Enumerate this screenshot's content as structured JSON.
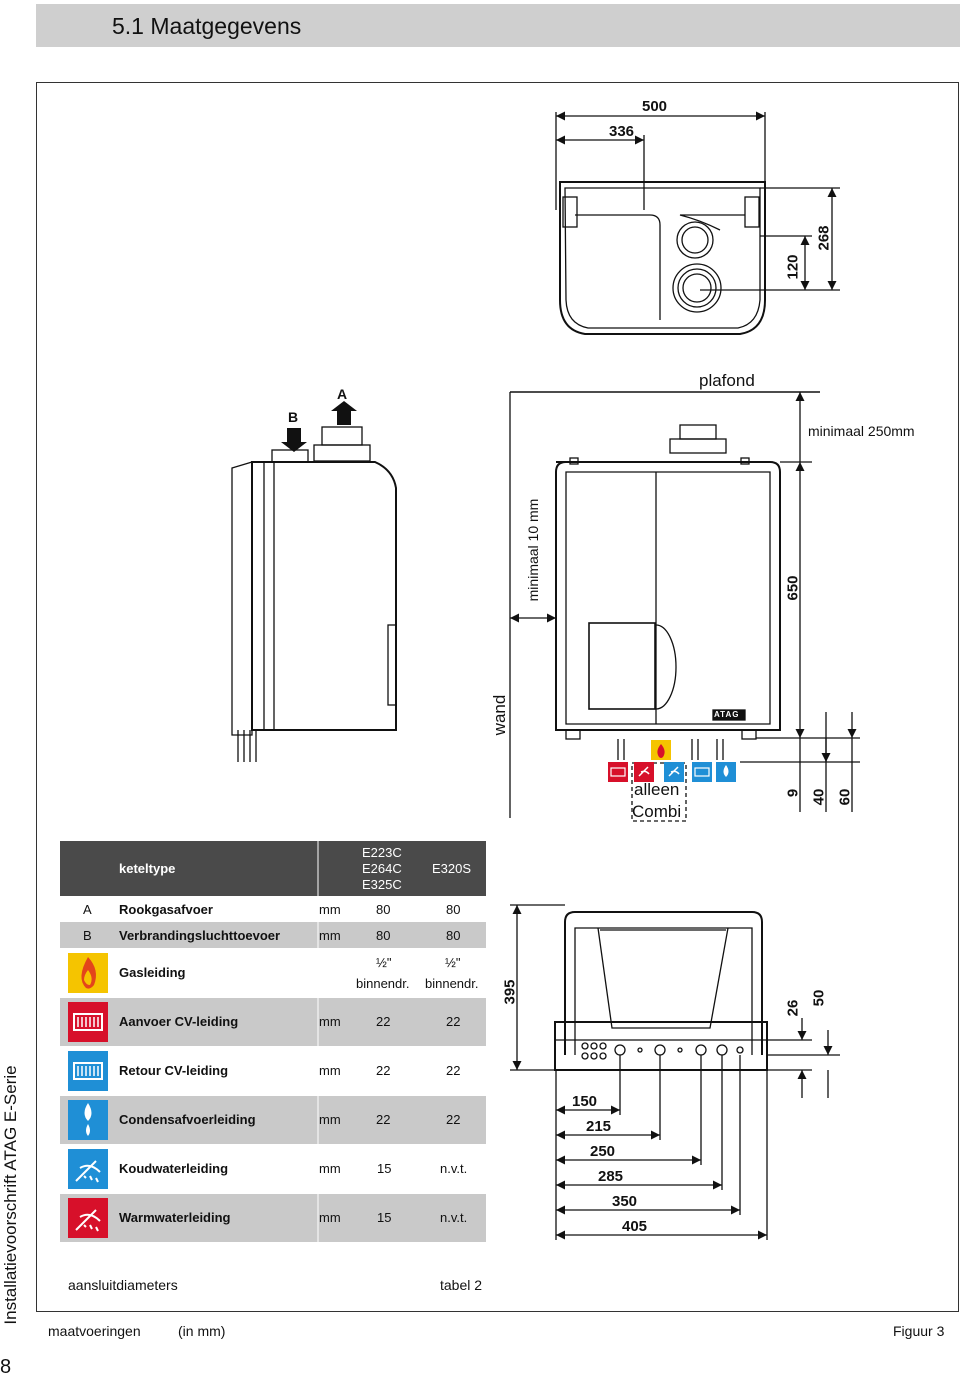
{
  "header": {
    "title": "5.1   Maatgegevens"
  },
  "side": {
    "label": "Installatievoorschrift   ATAG E-Serie",
    "page_number": "8"
  },
  "drawing": {
    "top_view": {
      "dim_total": "500",
      "dim_inner": "336",
      "dim_268": "268",
      "dim_120": "120"
    },
    "side_view": {
      "label_B": "B",
      "label_A": "A"
    },
    "front_view": {
      "plafond": "plafond",
      "minimaal_250": "minimaal 250mm",
      "dim_650": "650",
      "minimaal_10": "minimaal 10 mm",
      "wand": "wand",
      "logo": "ATAG",
      "alleen_combi_1": "alleen",
      "alleen_combi_2": "Combi",
      "dim_9": "9",
      "dim_40": "40",
      "dim_60": "60"
    },
    "bottom_view": {
      "dim_395": "395",
      "dim_26": "26",
      "dim_50": "50",
      "dims": [
        "150",
        "215",
        "250",
        "285",
        "350",
        "405"
      ]
    }
  },
  "table": {
    "header": {
      "keteltype": "keteltype",
      "col1": [
        "E223C",
        "E264C",
        "E325C"
      ],
      "col2": "E320S"
    },
    "rows": [
      {
        "code": "A",
        "label": "Rookgasafvoer",
        "unit": "mm",
        "v1": "80",
        "v2": "80"
      },
      {
        "code": "B",
        "label": "Verbrandingsluchttoevoer",
        "unit": "mm",
        "v1": "80",
        "v2": "80"
      },
      {
        "icon": "gas-flame-icon",
        "label": "Gasleiding",
        "v1a": "½\"",
        "v1b": "binnendr.",
        "v2a": "½\"",
        "v2b": "binnendr."
      },
      {
        "icon": "radiator-supply-icon",
        "label": "Aanvoer CV-leiding",
        "unit": "mm",
        "v1": "22",
        "v2": "22"
      },
      {
        "icon": "radiator-return-icon",
        "label": "Retour CV-leiding",
        "unit": "mm",
        "v1": "22",
        "v2": "22"
      },
      {
        "icon": "condensate-drops-icon",
        "label": "Condensafvoerleiding",
        "unit": "mm",
        "v1": "22",
        "v2": "22"
      },
      {
        "icon": "cold-water-shower-icon",
        "label": "Koudwaterleiding",
        "unit": "mm",
        "v1": "15",
        "v2": "n.v.t."
      },
      {
        "icon": "hot-water-shower-icon",
        "label": "Warmwaterleiding",
        "unit": "mm",
        "v1": "15",
        "v2": "n.v.t."
      }
    ],
    "caption_left": "aansluitdiameters",
    "caption_right": "tabel 2"
  },
  "footer": {
    "left": "maatvoeringen",
    "middle": "(in mm)",
    "right": "Figuur 3"
  },
  "colors": {
    "gas": "#f5c400",
    "cv": "#d7102a",
    "water_blue": "#1f8fd6",
    "hot": "#d7102a",
    "table_dark": "#4a4a4a",
    "table_light": "#c9c9c9"
  }
}
